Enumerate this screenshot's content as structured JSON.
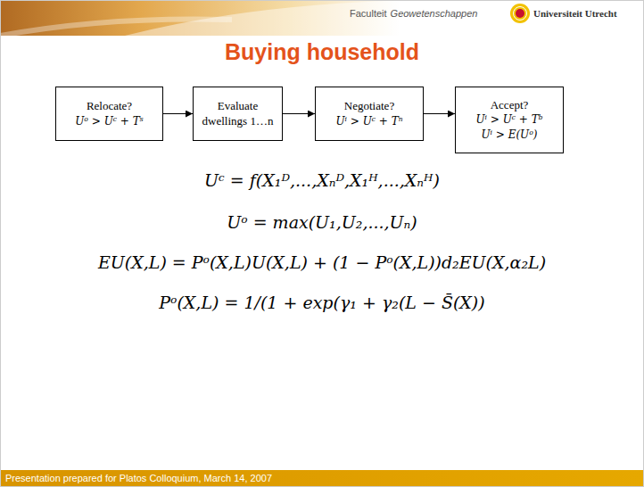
{
  "diagram": {
    "title": "Buying household",
    "nodes": [
      {
        "text": [
          "Relocate?",
          "Uᵒ > Uᶜ + Tˢ"
        ]
      },
      {
        "text": [
          "Evaluate dwellings 1…n"
        ]
      },
      {
        "text": [
          "Negotiate?",
          "Uⁱ > Uᶜ + Tⁿ"
        ]
      },
      {
        "text": [
          "Accept?",
          "Uⁱ > Uᶜ + Tᵇ",
          "Uⁱ > E(Uᵒ)"
        ]
      }
    ],
    "edges": [
      {
        "from": 0,
        "to": 1,
        "arrow": "to"
      },
      {
        "from": 1,
        "to": 2,
        "arrow": "to"
      },
      {
        "from": 2,
        "to": 3,
        "arrow": "to"
      }
    ],
    "labels": [
      "Faculteit",
      "Geowetenschappen",
      "Universiteit Utrecht",
      "Uᶜ = f(X₁ᴰ,...,Xₙᴰ,X₁ᴴ,...,Xₙᴴ)",
      "Uᵒ = max(U₁,U₂,...,Uₙ)",
      "EU(X,L) = Pᵒ(X,L)U(X,L) + (1 − Pᵒ(X,L))d₂EU(X,α₂L)",
      "Pᵒ(X,L) = 1/(1 + exp(γ₁ + γ₂(L − S̄(X))",
      "Presentation prepared for Platos Colloquium, March 14, 2007"
    ]
  }
}
